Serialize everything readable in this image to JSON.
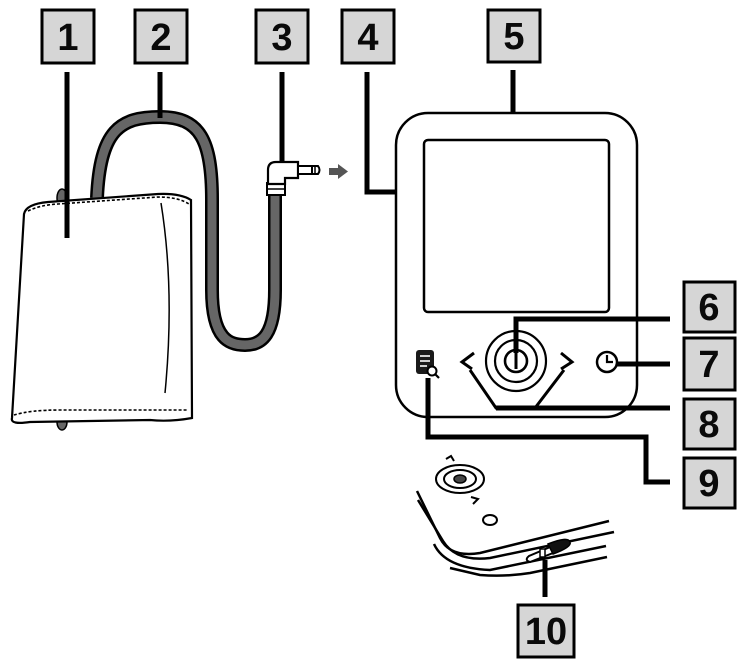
{
  "diagram": {
    "title": "Blood pressure monitor components",
    "callouts": [
      {
        "id": "1",
        "label": "1",
        "part": "cuff"
      },
      {
        "id": "2",
        "label": "2",
        "part": "air-hose"
      },
      {
        "id": "3",
        "label": "3",
        "part": "connector-plug"
      },
      {
        "id": "4",
        "label": "4",
        "part": "air-connector-socket"
      },
      {
        "id": "5",
        "label": "5",
        "part": "display"
      },
      {
        "id": "6",
        "label": "6",
        "part": "start-stop-button"
      },
      {
        "id": "7",
        "label": "7",
        "part": "time-button"
      },
      {
        "id": "8",
        "label": "8",
        "part": "arrow-buttons"
      },
      {
        "id": "9",
        "label": "9",
        "part": "memory-button"
      },
      {
        "id": "10",
        "label": "10",
        "part": "user-switch"
      }
    ],
    "colors": {
      "label_fill": "#d6d6d6",
      "hose": "#666666",
      "line": "#000000",
      "background": "#ffffff"
    }
  }
}
